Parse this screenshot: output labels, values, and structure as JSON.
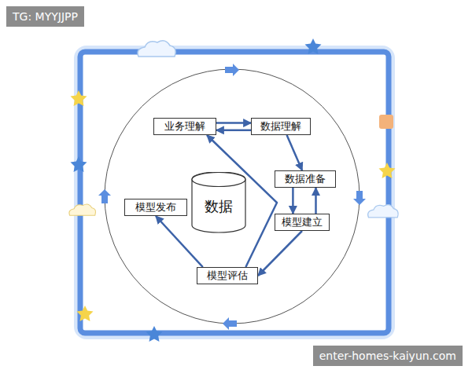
{
  "diagram": {
    "nodes": [
      {
        "text": [
          "业务理解"
        ]
      },
      {
        "text": [
          "数据理解"
        ]
      },
      {
        "text": [
          "数据准备"
        ]
      },
      {
        "text": [
          "数据"
        ]
      },
      {
        "text": [
          "模型发布"
        ]
      },
      {
        "text": [
          "模型建立"
        ]
      },
      {
        "text": [
          "模型评估"
        ]
      }
    ],
    "edges": [
      {
        "from": 0,
        "to": 1,
        "arrow": "to"
      },
      {
        "from": 1,
        "to": 0,
        "arrow": "to"
      },
      {
        "from": 1,
        "to": 2,
        "arrow": "to"
      },
      {
        "from": 2,
        "to": 5,
        "arrow": "to"
      },
      {
        "from": 5,
        "to": 2,
        "arrow": "to"
      },
      {
        "from": 5,
        "to": 6,
        "arrow": "to"
      },
      {
        "from": 6,
        "to": 0,
        "arrow": "to"
      },
      {
        "from": 6,
        "to": 4,
        "arrow": "to"
      }
    ],
    "labels": [
      "TG: MYYJJPP",
      "enter-homes-kaiyun.com"
    ]
  }
}
